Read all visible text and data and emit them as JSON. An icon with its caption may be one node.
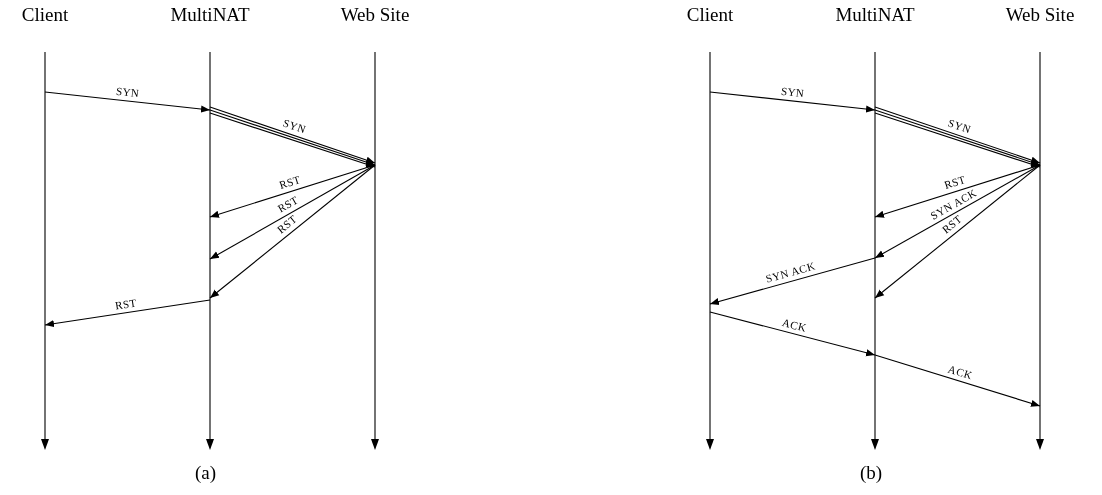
{
  "diagram": {
    "nodes": [
      {
        "text": [
          "Client"
        ]
      },
      {
        "text": [
          "MultiNAT"
        ]
      },
      {
        "text": [
          "Web Site"
        ]
      },
      {
        "text": [
          "Client"
        ]
      },
      {
        "text": [
          "MultiNAT"
        ]
      },
      {
        "text": [
          "Web Site"
        ]
      }
    ],
    "edges": [
      {
        "from": 0,
        "to": 1,
        "arrow": "to",
        "label": "SYN"
      },
      {
        "from": 1,
        "to": 2,
        "arrow": "to",
        "label": "SYN"
      },
      {
        "from": 1,
        "to": 2,
        "arrow": "to"
      },
      {
        "from": 1,
        "to": 2,
        "arrow": "to"
      },
      {
        "from": 2,
        "to": 1,
        "arrow": "to",
        "label": "RST"
      },
      {
        "from": 2,
        "to": 1,
        "arrow": "to",
        "label": "RST"
      },
      {
        "from": 2,
        "to": 1,
        "arrow": "to",
        "label": "RST"
      },
      {
        "from": 1,
        "to": 0,
        "arrow": "to",
        "label": "RST"
      },
      {
        "from": 3,
        "to": 4,
        "arrow": "to",
        "label": "SYN"
      },
      {
        "from": 4,
        "to": 5,
        "arrow": "to",
        "label": "SYN"
      },
      {
        "from": 4,
        "to": 5,
        "arrow": "to"
      },
      {
        "from": 4,
        "to": 5,
        "arrow": "to"
      },
      {
        "from": 5,
        "to": 4,
        "arrow": "to",
        "label": "RST"
      },
      {
        "from": 5,
        "to": 4,
        "arrow": "to",
        "label": "SYN ACK"
      },
      {
        "from": 5,
        "to": 4,
        "arrow": "to",
        "label": "RST"
      },
      {
        "from": 4,
        "to": 3,
        "arrow": "to",
        "label": "SYN ACK"
      },
      {
        "from": 3,
        "to": 4,
        "arrow": "to",
        "label": "ACK"
      },
      {
        "from": 4,
        "to": 5,
        "arrow": "to",
        "label": "ACK"
      }
    ],
    "labels": [
      "(a)",
      "(b)"
    ]
  }
}
